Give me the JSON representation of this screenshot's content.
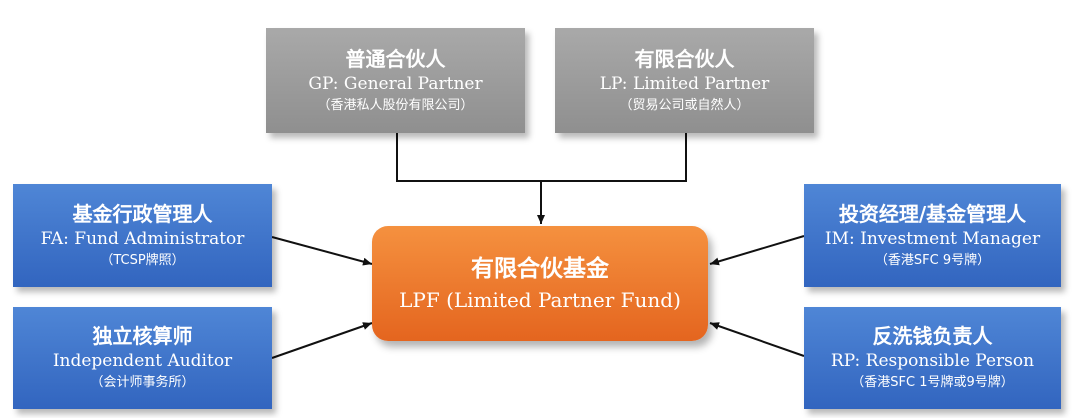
{
  "center": {
    "title_zh": "有限合伙基金",
    "title_en": "LPF (Limited Partner Fund)"
  },
  "gp": {
    "title_zh": "普通合伙人",
    "title_en": "GP: General Partner",
    "note": "（香港私人股份有限公司）"
  },
  "lp": {
    "title_zh": "有限合伙人",
    "title_en": "LP: Limited Partner",
    "note": "（贸易公司或自然人）"
  },
  "fa": {
    "title_zh": "基金行政管理人",
    "title_en": "FA: Fund Administrator",
    "note": "（TCSP牌照）"
  },
  "auditor": {
    "title_zh": "独立核算师",
    "title_en": "Independent Auditor",
    "note": "（会计师事务所）"
  },
  "im": {
    "title_zh": "投资经理/基金管理人",
    "title_en": "IM: Investment Manager",
    "note": "（香港SFC 9号牌）"
  },
  "rp": {
    "title_zh": "反洗钱负责人",
    "title_en": "RP: Responsible Person",
    "note": "（香港SFC 1号牌或9号牌）"
  },
  "colors": {
    "gray_box": "#9a9a9a",
    "blue_box": "#3f74cc",
    "orange_box": "#ec7a2c",
    "connector": "#111111"
  }
}
